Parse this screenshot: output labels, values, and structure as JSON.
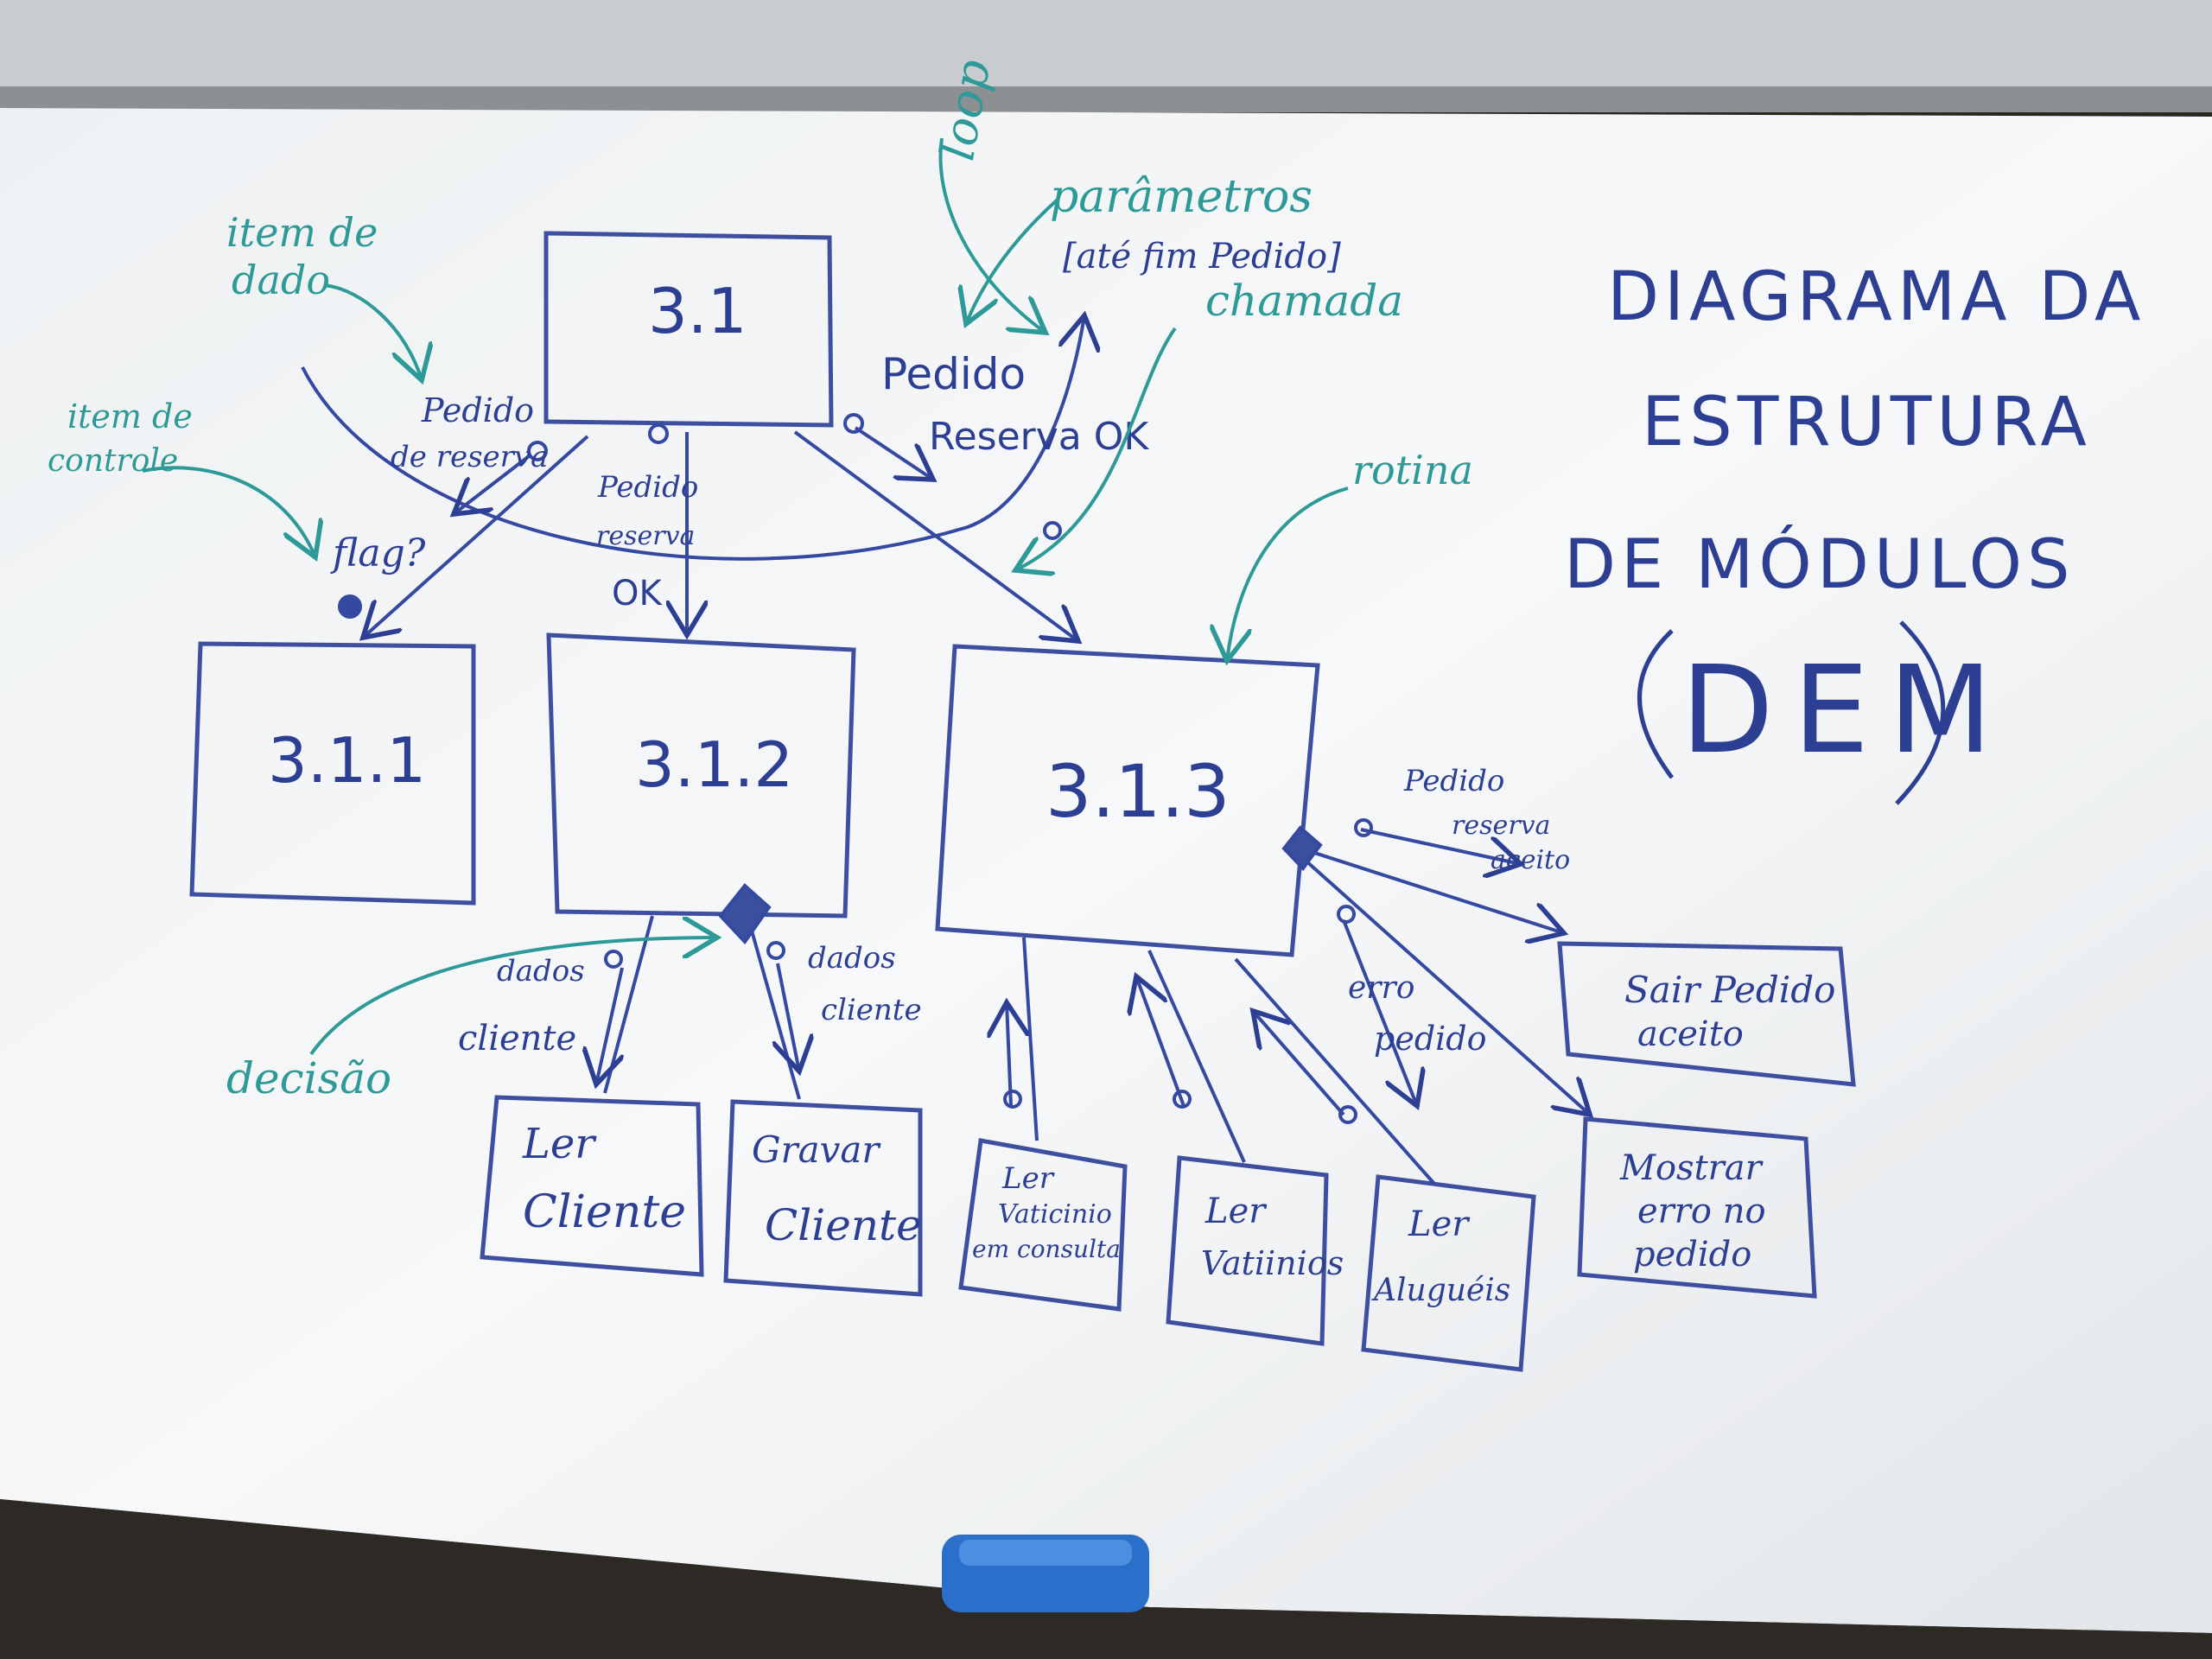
{
  "title": {
    "line1": "DIAGRAMA   DA",
    "line2": "ESTRUTURA",
    "line3": "DE  MÓDULOS",
    "abbrev": "DEM"
  },
  "modules": {
    "root": "3.1",
    "m311": "3.1.1",
    "m312": "3.1.2",
    "m313": "3.1.3",
    "ler_cliente": [
      "Ler",
      "Cliente"
    ],
    "gravar_cliente": [
      "Gravar",
      "Cliente"
    ],
    "ler_vaticinio": [
      "Ler",
      "Vaticinio",
      "em consulta"
    ],
    "ler_vaticinios": [
      "Ler",
      "Vatiinios"
    ],
    "ler_alugueis": [
      "Ler",
      "Aluguéis"
    ],
    "sair_pedido": [
      "Sair Pedido",
      "aceito"
    ],
    "mostrar_erro": [
      "Mostrar",
      "erro no",
      "pedido"
    ]
  },
  "flows": {
    "pedido_reserva": [
      "Pedido",
      "de reserva"
    ],
    "pedido_reserva_ok_mid": [
      "Pedido",
      "reserva",
      "OK"
    ],
    "pedido_reserva_ok_right": [
      "Pedido",
      "Reserva OK"
    ],
    "flag": "flag?",
    "dados_cliente_left": [
      "dados",
      "cliente"
    ],
    "dados_cliente_right": [
      "dados",
      "cliente"
    ],
    "pedido_reserva_aceito": [
      "Pedido",
      "reserva",
      "aceito"
    ],
    "erro_pedido": [
      "erro",
      "pedido"
    ]
  },
  "annotations": {
    "loop": "loop",
    "parametros": "parâmetros",
    "ate_fim_pedido": "[até fim Pedido]",
    "chamada": "chamada",
    "item_dado": [
      "item de",
      "dado"
    ],
    "item_controle": [
      "item de",
      "controle"
    ],
    "rotina": "rotina",
    "decisao": "decisão"
  },
  "colors": {
    "board": "#f4f6f7",
    "frame": "#3b3733",
    "marker_blue": "#2d3f93",
    "marker_teal": "#2e9a97",
    "eraser": "#2a6fc9"
  }
}
